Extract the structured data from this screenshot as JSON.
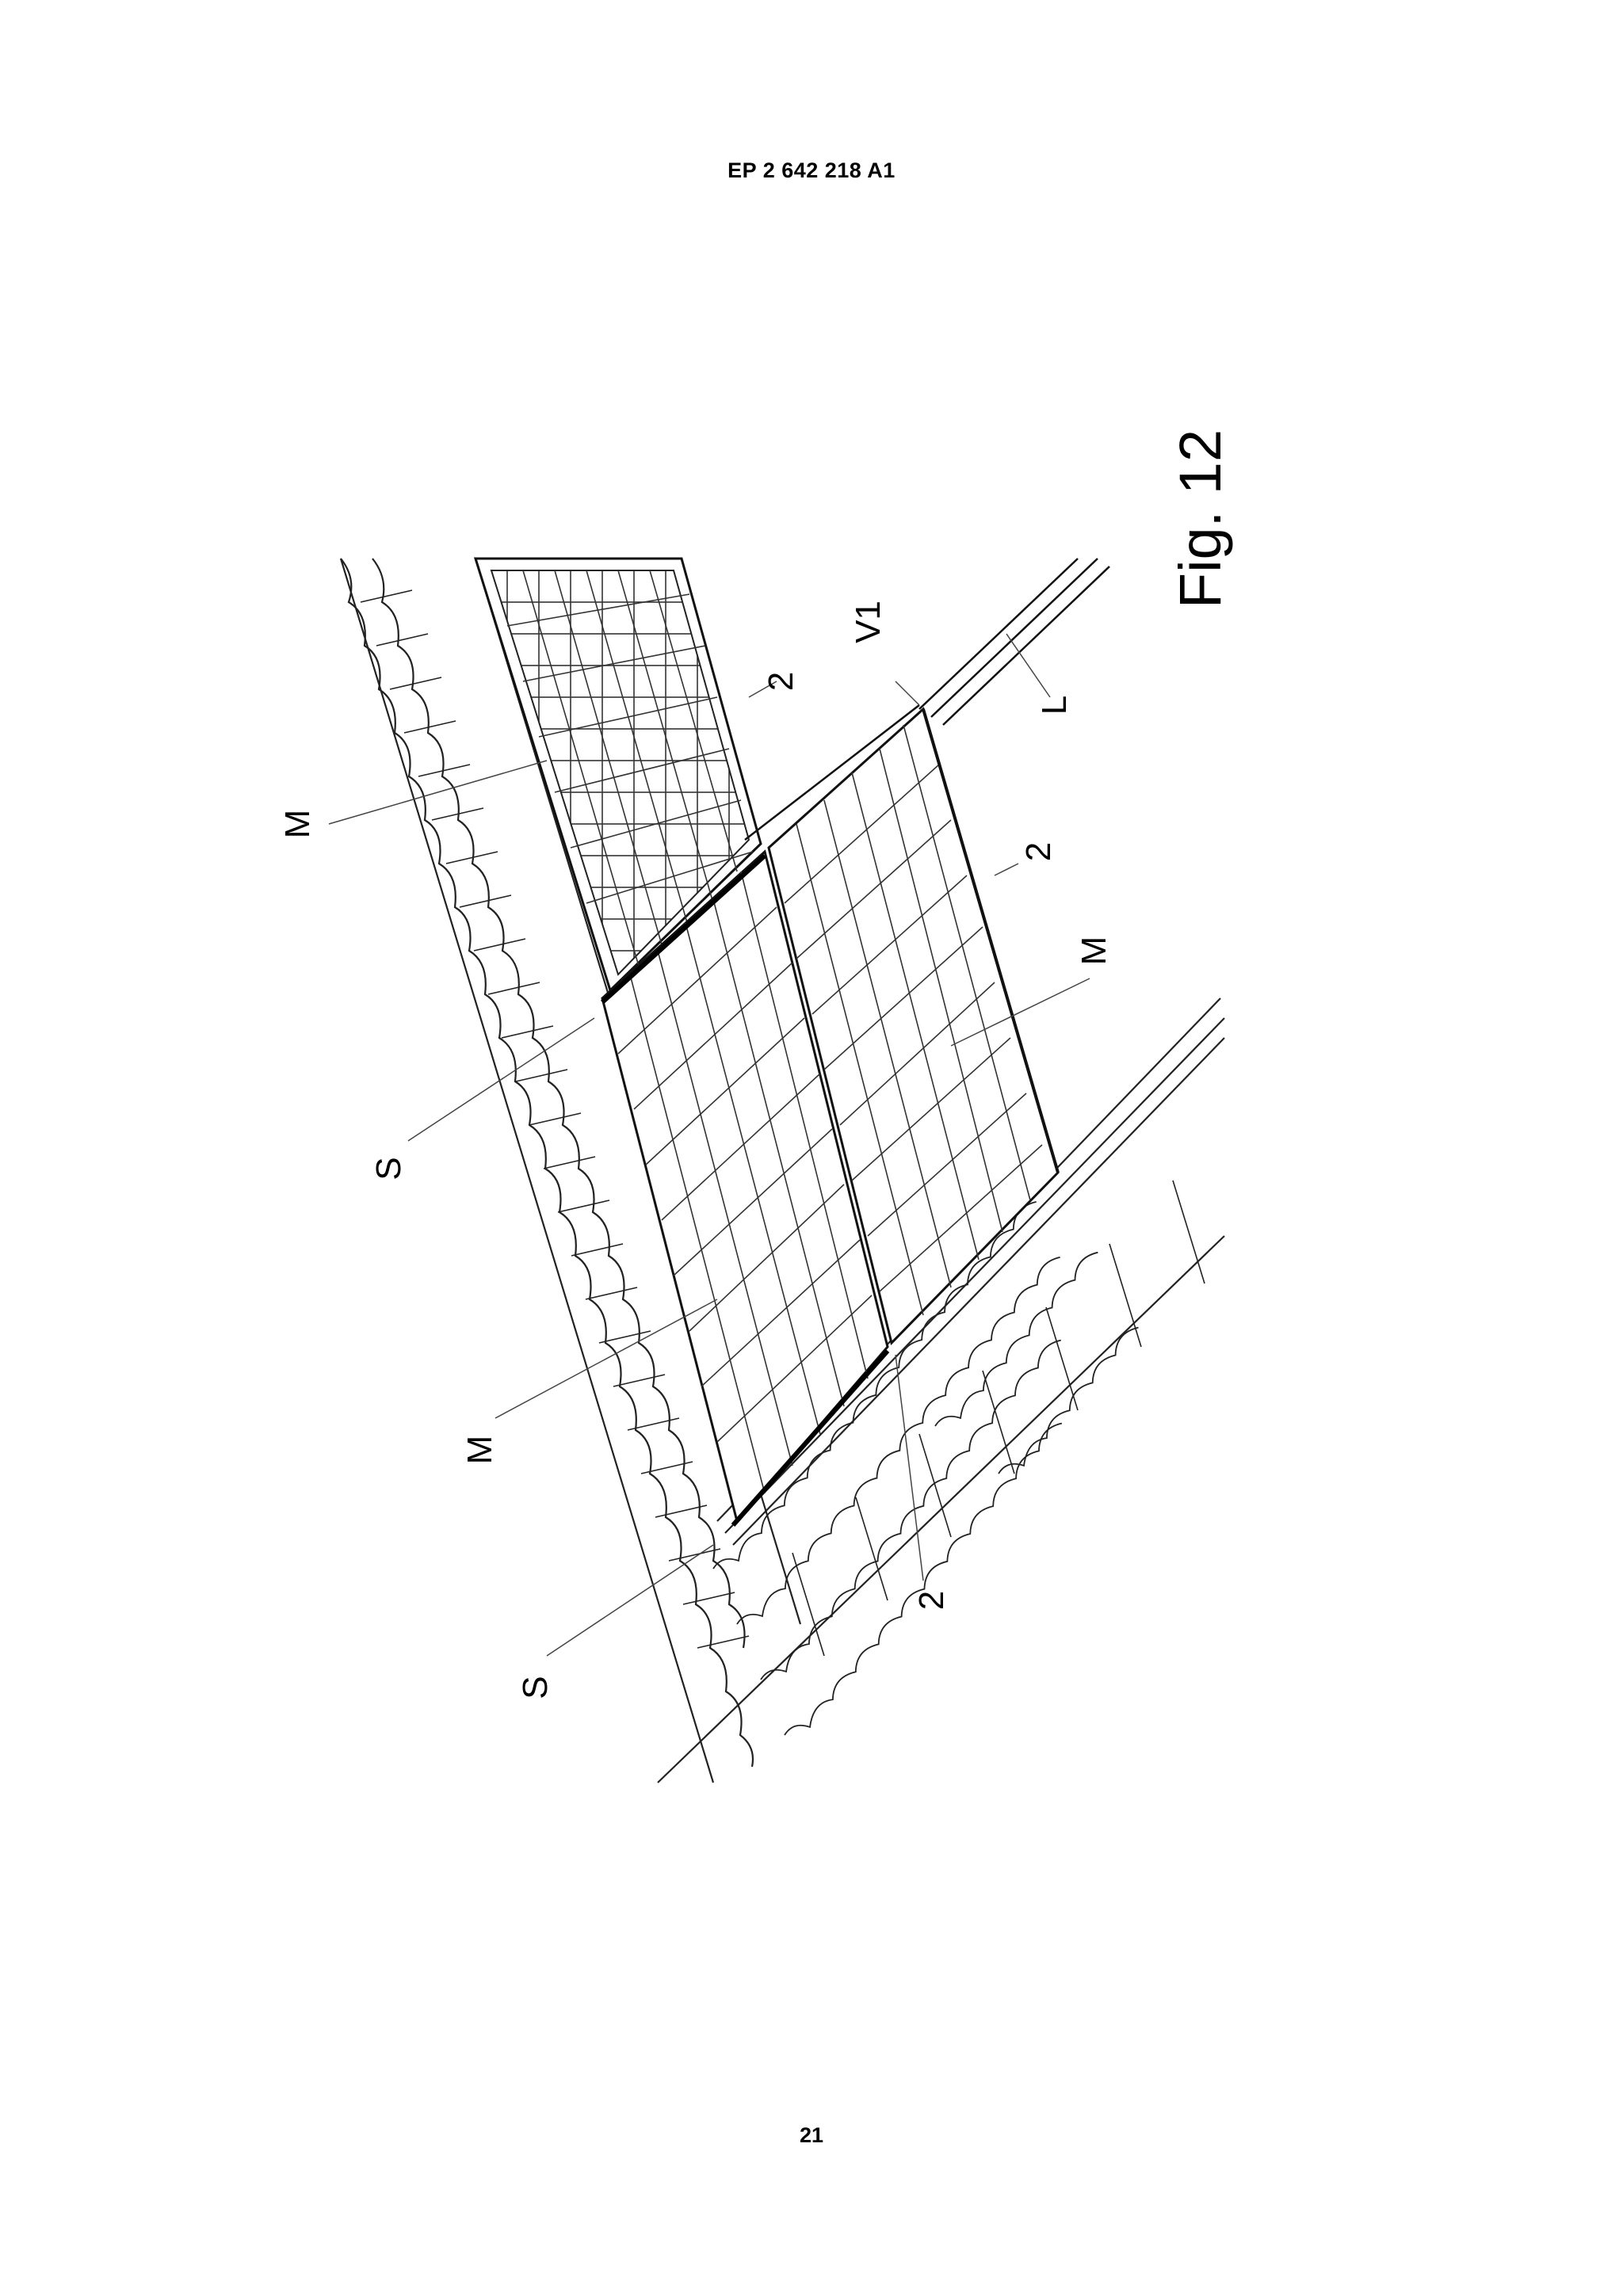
{
  "header": {
    "publication_number": "EP 2 642 218 A1"
  },
  "figure": {
    "caption": "Fig. 12",
    "labels": {
      "module_top": "M",
      "module_left": "M",
      "module_right": "M",
      "edge_top": "2",
      "edge_right": "2",
      "edge_bottom": "2",
      "connector": "V1",
      "rail": "L",
      "clamp_top": "S",
      "clamp_bottom": "S"
    }
  },
  "footer": {
    "page_number": "21"
  }
}
